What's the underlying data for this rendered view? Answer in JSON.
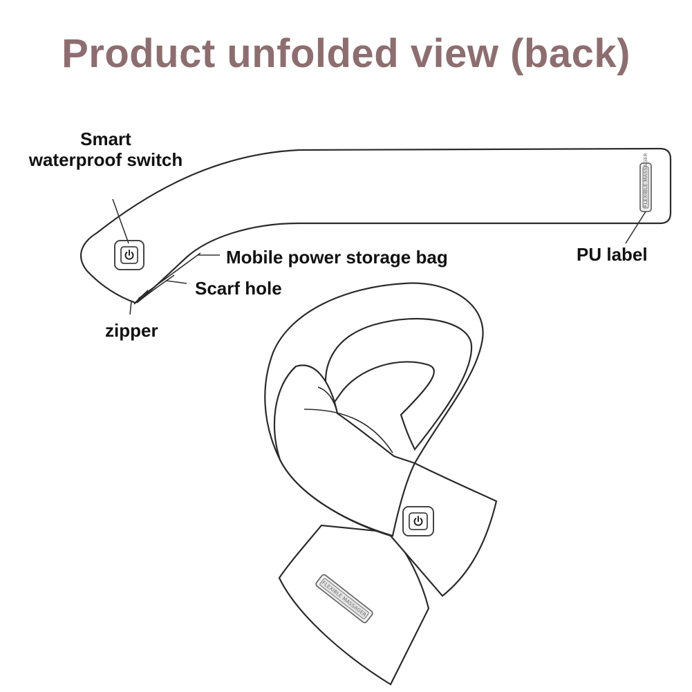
{
  "title": "Product unfolded view (back)",
  "labels": {
    "switch_line1": "Smart",
    "switch_line2": "waterproof switch",
    "storage_bag": "Mobile power storage bag",
    "scarf_hole": "Scarf hole",
    "zipper": "zipper",
    "pu_label": "PU label"
  },
  "badge_text": "FLEXIBLE MASSAGER",
  "icons": {
    "power_button": "power-icon"
  },
  "colors": {
    "title": "#8d6e70",
    "label_text": "#111111",
    "outline": "#2a2a2a"
  }
}
